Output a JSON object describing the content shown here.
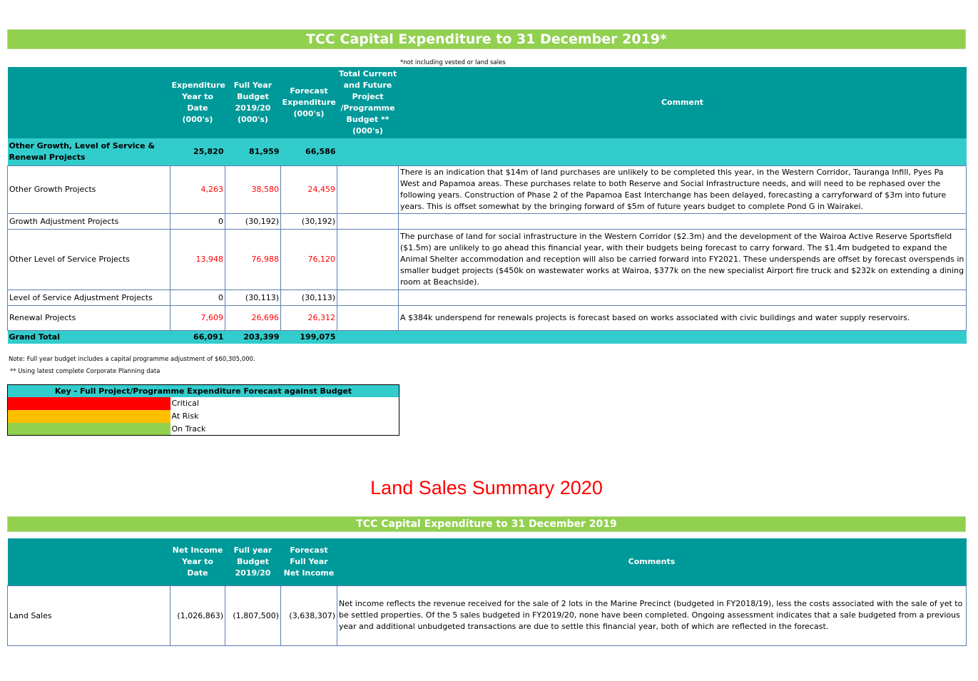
{
  "capex": {
    "banner": "TCC Capital Expenditure to 31 December 2019*",
    "footnote_top": "*not including vested or land sales",
    "headers": {
      "ytd": "Expenditure Year to Date (000's)",
      "budget": "Full Year Budget 2019/20 (000's)",
      "forecast": "Forecast Expenditure (000's)",
      "total": "Total Current and Future Project /Programme Budget ** (000's)",
      "comment": "Comment"
    },
    "subtotal": {
      "label": "Other Growth, Level of Service & Renewal Projects",
      "ytd": "25,820",
      "budget": "81,959",
      "forecast": "66,586"
    },
    "rows": [
      {
        "label": "Other Growth Projects",
        "ytd": "4,263",
        "budget": "38,580",
        "forecast": "24,459",
        "comment": "There is an indication that $14m of land purchases are unlikely to be completed this year, in the Western Corridor, Tauranga Infill, Pyes Pa West and Papamoa areas.  These purchases relate to both Reserve and Social Infrastructure needs, and will need to be rephased over the following years. Construction of Phase 2 of the Papamoa East Interchange has been delayed, forecasting a carryforward of $3m into future years.  This is offset somewhat by the bringing forward of $5m of future years budget to complete Pond G in Wairakei."
      },
      {
        "label": "Growth Adjustment Projects",
        "ytd": "0",
        "budget": "(30,192)",
        "forecast": "(30,192)",
        "comment": ""
      },
      {
        "label": "Other Level of Service Projects",
        "ytd": "13,948",
        "budget": "76,988",
        "forecast": "76,120",
        "comment": "The purchase of land for social infrastructure in the Western Corridor ($2.3m) and the development of the Wairoa Active Reserve Sportsfield ($1.5m) are unlikely to go ahead this financial year, with their budgets being forecast to carry forward.  The $1.4m budgeted to expand the Animal Shelter accommodation and reception will also be carried forward into FY2021. These underspends are offset by forecast overspends in smaller budget projects ($450k on wastewater works at Wairoa, $377k on the new specialist Airport fire truck and $232k on extending a dining room at Beachside)."
      },
      {
        "label": "Level of Service Adjustment Projects",
        "ytd": "0",
        "budget": "(30,113)",
        "forecast": "(30,113)",
        "comment": ""
      },
      {
        "label": "Renewal Projects",
        "ytd": "7,609",
        "budget": "26,696",
        "forecast": "26,312",
        "comment": "A $384k underspend for renewals projects is forecast based on works associated with civic buildings and water supply reservoirs."
      }
    ],
    "grand_total": {
      "label": "Grand Total",
      "ytd": "66,091",
      "budget": "203,399",
      "forecast": "199,075"
    },
    "note1": "Note: Full year budget includes a capital programme adjustment of $60,305,000.",
    "note2": "** Using latest complete Corporate Planning data"
  },
  "key": {
    "title": "Key - Full Project/Programme Expenditure Forecast against Budget",
    "items": [
      {
        "label": "Critical",
        "color": "#ff0000"
      },
      {
        "label": "At Risk",
        "color": "#ffc000"
      },
      {
        "label": "On Track",
        "color": "#92d050"
      }
    ]
  },
  "land": {
    "title": "Land Sales Summary 2020",
    "title_color": "#ff0000",
    "banner": "TCC Capital Expenditure to 31 December 2019",
    "headers": {
      "ytd": "Net Income Year to Date",
      "budget": "Full year Budget 2019/20",
      "forecast": "Forecast Full Year Net Income",
      "comment": "Comments"
    },
    "row": {
      "label": "Land Sales",
      "ytd": "(1,026,863)",
      "budget": "(1,807,500)",
      "forecast": "(3,638,307)",
      "comment": "Net income reflects the revenue received for the sale of 2 lots in the Marine Precinct (budgeted in FY2018/19), less the costs associated with the sale of yet to be settled properties.  Of the 5 sales budgeted in FY2019/20, none have been completed. Ongoing assessment indicates that a sale budgeted from a previous year and additional unbudgeted transactions are due to settle this financial year, both of which are reflected in the forecast."
    }
  },
  "colors": {
    "banner_green": "#92d050",
    "header_teal": "#009999",
    "subtotal_cyan": "#33cccc",
    "negative_red": "#ff0000"
  }
}
